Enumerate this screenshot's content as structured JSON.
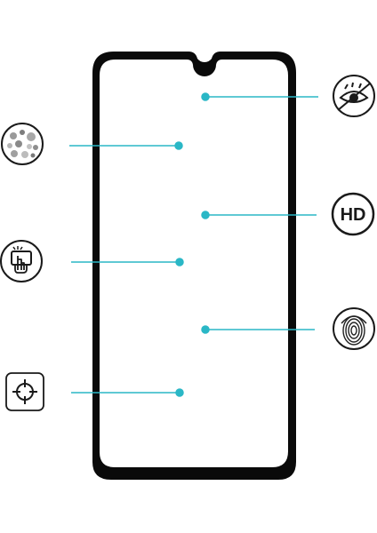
{
  "colors": {
    "frame": "#0a0a0a",
    "screen": "#ffffff",
    "connector": "#2ab7c6",
    "icon_stroke": "#1a1a1a",
    "icon_bg": "#ffffff"
  },
  "features": [
    {
      "id": "eye-protection",
      "icon": "eye-icon",
      "side": "right"
    },
    {
      "id": "dust-particles",
      "icon": "particles-icon",
      "side": "left"
    },
    {
      "id": "hd-clarity",
      "icon": "hd-icon",
      "side": "right"
    },
    {
      "id": "touch-sensitive",
      "icon": "touch-icon",
      "side": "left"
    },
    {
      "id": "fingerprint",
      "icon": "fingerprint-icon",
      "side": "right"
    },
    {
      "id": "precise-fit",
      "icon": "crosshair-icon",
      "side": "left"
    }
  ],
  "labels": {
    "hd": "HD"
  }
}
